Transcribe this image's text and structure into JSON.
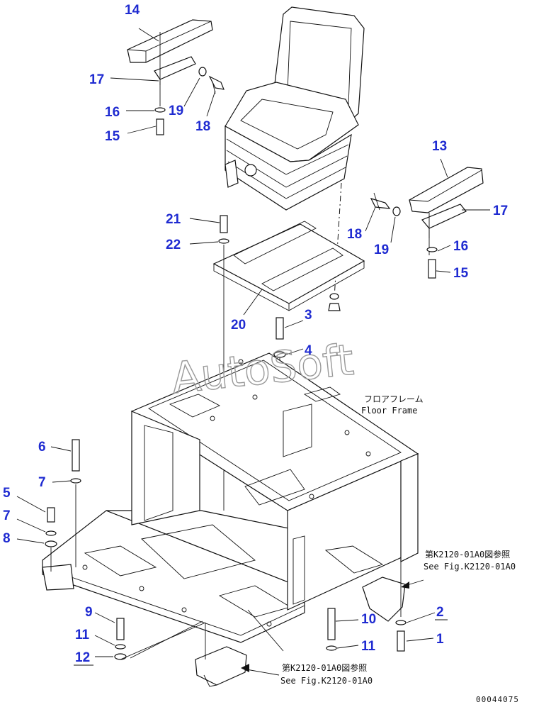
{
  "watermark": "AutoSoft",
  "floor_frame": {
    "jp": "フロアフレーム",
    "en": "Floor Frame"
  },
  "references": {
    "upper_jp": "第K2120-01A0図参照",
    "upper_en": "See Fig.K2120-01A0",
    "lower_jp": "第K2120-01A0図参照",
    "lower_en": "See Fig.K2120-01A0"
  },
  "doc_number": "00044075",
  "part_labels": {
    "p14": "14",
    "p17a": "17",
    "p16a": "16",
    "p19a": "19",
    "p18a": "18",
    "p15a": "15",
    "p13": "13",
    "p17b": "17",
    "p18b": "18",
    "p19b": "19",
    "p16b": "16",
    "p15b": "15",
    "p21": "21",
    "p22": "22",
    "p20": "20",
    "p3": "3",
    "p4": "4",
    "p6": "6",
    "p7a": "7",
    "p5": "5",
    "p7b": "7",
    "p8": "8",
    "p9": "9",
    "p11a": "11",
    "p12": "12",
    "p10": "10",
    "p11b": "11",
    "p2": "2",
    "p1": "1"
  },
  "colors": {
    "label": "#1f2bd1",
    "line": "#111111",
    "watermark": "#9a9a9a"
  }
}
